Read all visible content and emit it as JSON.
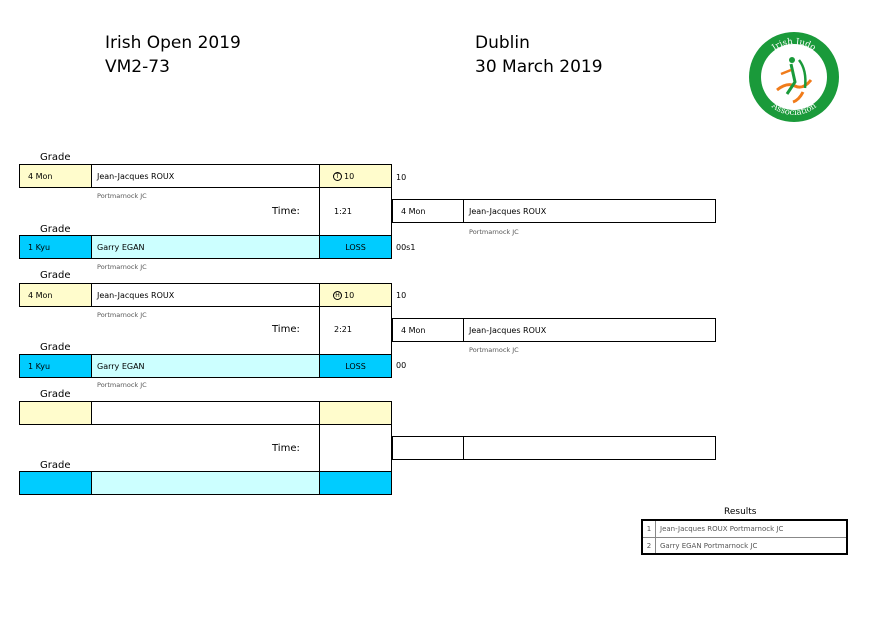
{
  "header": {
    "event": "Irish Open 2019",
    "category": "VM2-73",
    "location": "Dublin",
    "date": "30 March 2019",
    "logo_text": "Irish Judo Association"
  },
  "grade_label": "Grade",
  "time_label": "Time:",
  "contests": [
    {
      "white": {
        "grade": "4 Mon",
        "name": "Jean-Jacques ROUX",
        "club": "Portmarnock JC",
        "score": "10",
        "score_badge": "T",
        "outcome": "10"
      },
      "blue": {
        "grade": "1 Kyu",
        "name": "Garry EGAN",
        "club": "Portmarnock JC",
        "score": "LOSS",
        "outcome": "00s1"
      },
      "time": "1:21",
      "winner": {
        "grade": "4 Mon",
        "name": "Jean-Jacques ROUX",
        "club": "Portmarnock JC"
      }
    },
    {
      "white": {
        "grade": "4 Mon",
        "name": "Jean-Jacques ROUX",
        "club": "Portmarnock JC",
        "score": "10",
        "score_badge": "H",
        "outcome": "10"
      },
      "blue": {
        "grade": "1 Kyu",
        "name": "Garry EGAN",
        "club": "Portmarnock JC",
        "score": "LOSS",
        "outcome": "00"
      },
      "time": "2:21",
      "winner": {
        "grade": "4 Mon",
        "name": "Jean-Jacques ROUX",
        "club": "Portmarnock JC"
      }
    },
    {
      "white": {
        "grade": "",
        "name": "",
        "club": "",
        "score": "",
        "score_badge": "",
        "outcome": ""
      },
      "blue": {
        "grade": "",
        "name": "",
        "club": "",
        "score": "",
        "outcome": ""
      },
      "time": "",
      "winner": {
        "grade": "",
        "name": "",
        "club": ""
      }
    }
  ],
  "results": {
    "title": "Results",
    "rows": [
      {
        "rank": "1",
        "text": "Jean-Jacques ROUX Portmarnock JC"
      },
      {
        "rank": "2",
        "text": "Garry EGAN Portmarnock JC"
      }
    ]
  },
  "colors": {
    "white_fill": "#fffccc",
    "blue_light": "#ccffff",
    "blue": "#00ccff",
    "logo_green": "#1a9a3a",
    "logo_orange": "#f07b1a"
  }
}
